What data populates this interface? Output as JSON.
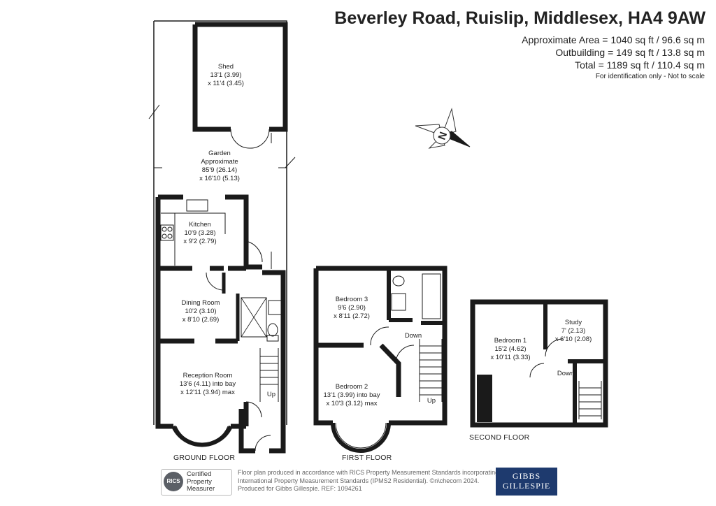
{
  "header": {
    "title": "Beverley Road, Ruislip, Middlesex, HA4 9AW",
    "area_approx": "Approximate Area = 1040 sq ft / 96.6 sq m",
    "area_outbuilding": "Outbuilding = 149 sq ft / 13.8 sq m",
    "area_total": "Total = 1189 sq ft / 110.4 sq m",
    "note": "For identification only - Not to scale"
  },
  "compass": {
    "letter": "N"
  },
  "rooms": {
    "shed": [
      "Shed",
      "13'1 (3.99)",
      "x 11'4 (3.45)"
    ],
    "garden": [
      "Garden",
      "Approximate",
      "85'9 (26.14)",
      "x 16'10 (5.13)"
    ],
    "kitchen": [
      "Kitchen",
      "10'9 (3.28)",
      "x 9'2 (2.79)"
    ],
    "dining": [
      "Dining Room",
      "10'2 (3.10)",
      "x 8'10 (2.69)"
    ],
    "reception": [
      "Reception Room",
      "13'6 (4.11) into bay",
      "x 12'11 (3.94) max"
    ],
    "bedroom3": [
      "Bedroom 3",
      "9'6 (2.90)",
      "x 8'11 (2.72)"
    ],
    "bedroom2": [
      "Bedroom 2",
      "13'1 (3.99) into bay",
      "x 10'3 (3.12) max"
    ],
    "bedroom1": [
      "Bedroom 1",
      "15'2 (4.62)",
      "x 10'11 (3.33)"
    ],
    "study": [
      "Study",
      "7' (2.13)",
      "x 6'10 (2.08)"
    ]
  },
  "stairs": {
    "ground_up": "Up",
    "first_down": "Down",
    "first_up": "Up",
    "second_down": "Down"
  },
  "floors": {
    "ground": "GROUND FLOOR",
    "first": "FIRST FLOOR",
    "second": "SECOND FLOOR"
  },
  "footer": {
    "line1": "Floor plan produced in accordance with RICS Property Measurement Standards incorporating",
    "line2": "International Property Measurement Standards (IPMS2 Residential).  ©n\\checom 2024.",
    "line3": "Produced for Gibbs Gillespie.   REF:  1094261"
  },
  "rics_badge": {
    "logo": "RICS",
    "line1": "Certified",
    "line2": "Property",
    "line3": "Measurer"
  },
  "agent_logo": {
    "line1": "GIBBS",
    "line2": "GILLESPIE"
  },
  "colors": {
    "wall": "#1a1a1a",
    "agent_blue": "#1e3a6e",
    "rics_grey": "#5b5f66"
  }
}
